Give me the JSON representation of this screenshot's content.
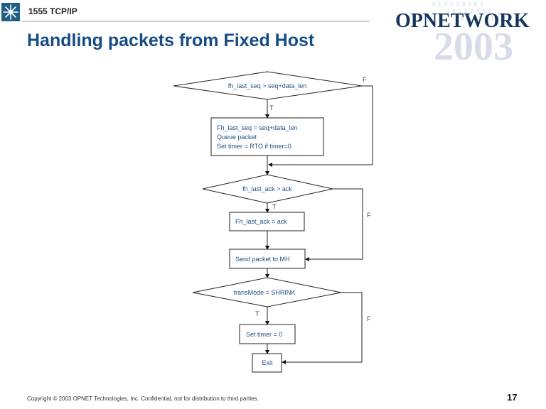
{
  "header": {
    "section": "1555 TCP/IP",
    "brand_word": "OPNETWORK",
    "brand_year": "2003"
  },
  "title": "Handling packets from Fixed Host",
  "flowchart": {
    "decision1": "fh_last_seq > seq+data_len",
    "process1": [
      "Fh_last_seq = seq+data_len",
      "Queue packet",
      "Set timer = RTO if timer=0"
    ],
    "decision2": "fh_last_ack > ack",
    "process2": "Fh_last_ack = ack",
    "process3": "Send packet to MH",
    "decision3": "transMode = SHRINK",
    "process4": "Set timer = 0",
    "end": "Exit",
    "true_label": "T",
    "false_label": "F"
  },
  "footer": {
    "copyright": "Copyright © 2003 OPNET Technologies, Inc.  Confidential, not for distribution to third parties.",
    "page": "17"
  },
  "colors": {
    "title": "#164c84",
    "text": "#1f4f82",
    "brand": "#15365f"
  }
}
